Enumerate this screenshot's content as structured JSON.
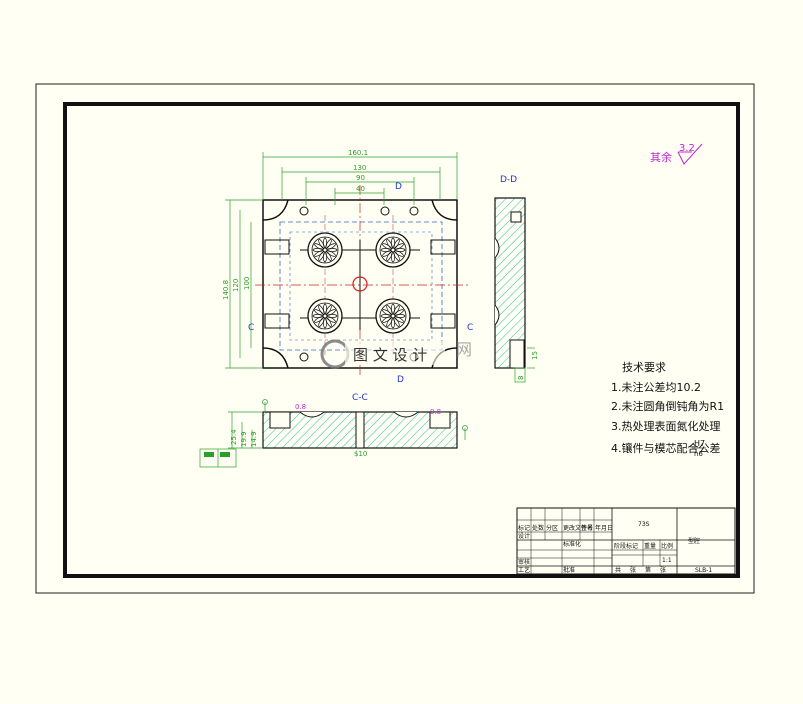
{
  "drawing": {
    "dims_top": [
      "160.1",
      "130",
      "90",
      "40"
    ],
    "dims_left": [
      "140.8",
      "120",
      "100"
    ],
    "dims_section": [
      "25.4",
      "19.9",
      "14.9"
    ],
    "dim_bottom": "$10",
    "dim_right": [
      "15",
      "8"
    ],
    "roughness_marks": [
      "0.8",
      "0.8"
    ],
    "section_labels": {
      "top_d": "D",
      "bottom_d": "D",
      "left_c": "C",
      "right_c": "C",
      "dd_title": "D-D",
      "cc_title": "C-C"
    },
    "roughness_note": {
      "text": "其余",
      "value": "3.2"
    }
  },
  "tech_requirements": {
    "title": "技术要求",
    "items": [
      "1.未注公差均10.2",
      "2.未注圆角倒钝角为R1",
      "3.热处理表面氮化处理",
      "4.镶件与模芯配合公差"
    ],
    "fit_upper": "H7",
    "fit_lower": "n6"
  },
  "title_block": {
    "material": "73S",
    "part_name": "型腔",
    "drawing_no": "SLB-1",
    "scale": "1:1",
    "row_labels": [
      "设计",
      "审核",
      "工艺"
    ],
    "headers": [
      "标记",
      "处数",
      "分区",
      "更改文件号",
      "签名",
      "年月日"
    ],
    "stage_label": "阶段标记",
    "weight_label": "重量",
    "scale_label": "比例",
    "approve_label": "批准",
    "sheet_labels": [
      "共",
      "张",
      "第",
      "张"
    ],
    "std_label": "标准化"
  },
  "watermark": {
    "brand_text": "图 文 设 计",
    "site": "网"
  }
}
